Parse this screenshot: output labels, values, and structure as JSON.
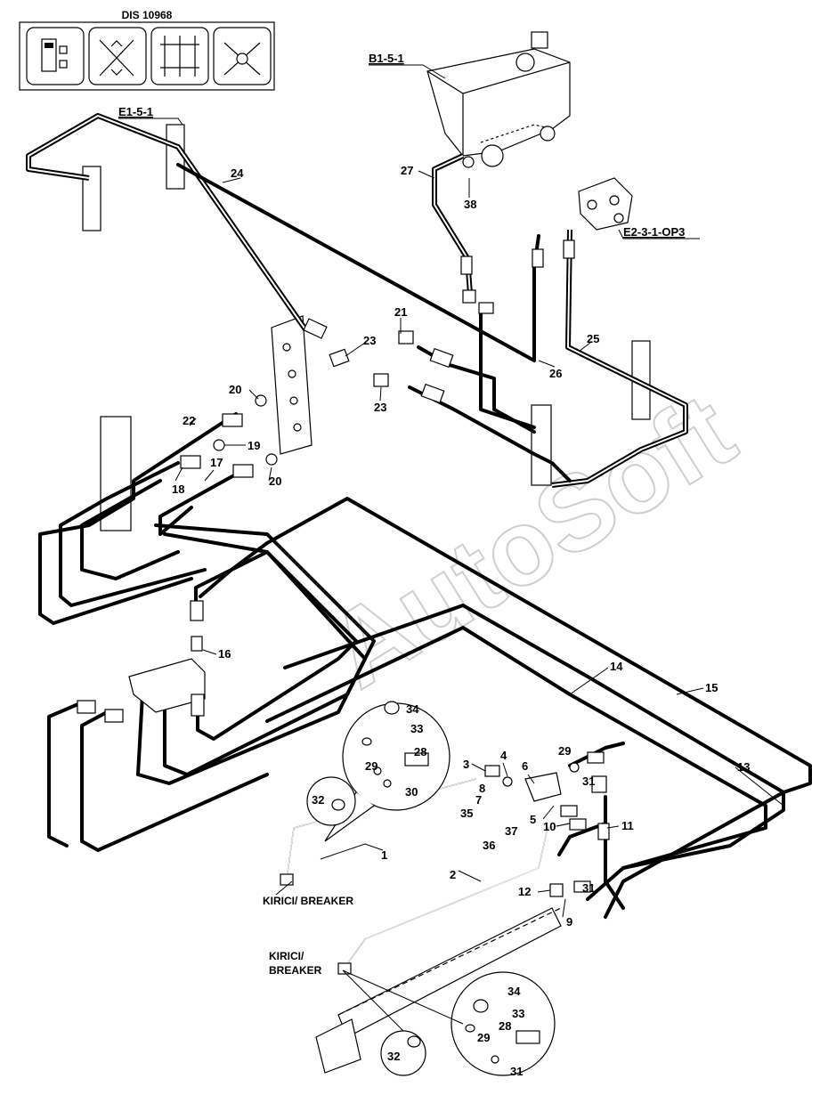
{
  "header": {
    "doc_code": "DIS 10968",
    "icons": [
      "manual-icon",
      "tools-icon",
      "adjust-icon",
      "assembly-icon"
    ]
  },
  "references": {
    "tank": "B1-5-1",
    "left_block": "E1-5-1",
    "valve": "E2-3-1-OP3"
  },
  "captions": {
    "breaker_top": "KIRICI/ BREAKER",
    "breaker_bottom_line1": "KIRICI/",
    "breaker_bottom_line2": "BREAKER"
  },
  "watermark": "AutoSoft",
  "part_labels": {
    "p1": "1",
    "p2": "2",
    "p3": "3",
    "p4": "4",
    "p5": "5",
    "p6": "6",
    "p7": "7",
    "p8": "8",
    "p9": "9",
    "p10": "10",
    "p11": "11",
    "p12": "12",
    "p13": "13",
    "p14": "14",
    "p15": "15",
    "p16": "16",
    "p17": "17",
    "p18": "18",
    "p19": "19",
    "p20a": "20",
    "p20b": "20",
    "p21": "21",
    "p22": "22",
    "p23a": "23",
    "p23b": "23",
    "p24": "24",
    "p25": "25",
    "p26": "26",
    "p27": "27",
    "p28a": "28",
    "p28b": "28",
    "p29a": "29",
    "p29b": "29",
    "p29c": "29",
    "p30": "30",
    "p31a": "31",
    "p31b": "31",
    "p31c": "31",
    "p32a": "32",
    "p32b": "32",
    "p33a": "33",
    "p33b": "33",
    "p34a": "34",
    "p34b": "34",
    "p35": "35",
    "p36": "36",
    "p37": "37",
    "p38": "38"
  }
}
